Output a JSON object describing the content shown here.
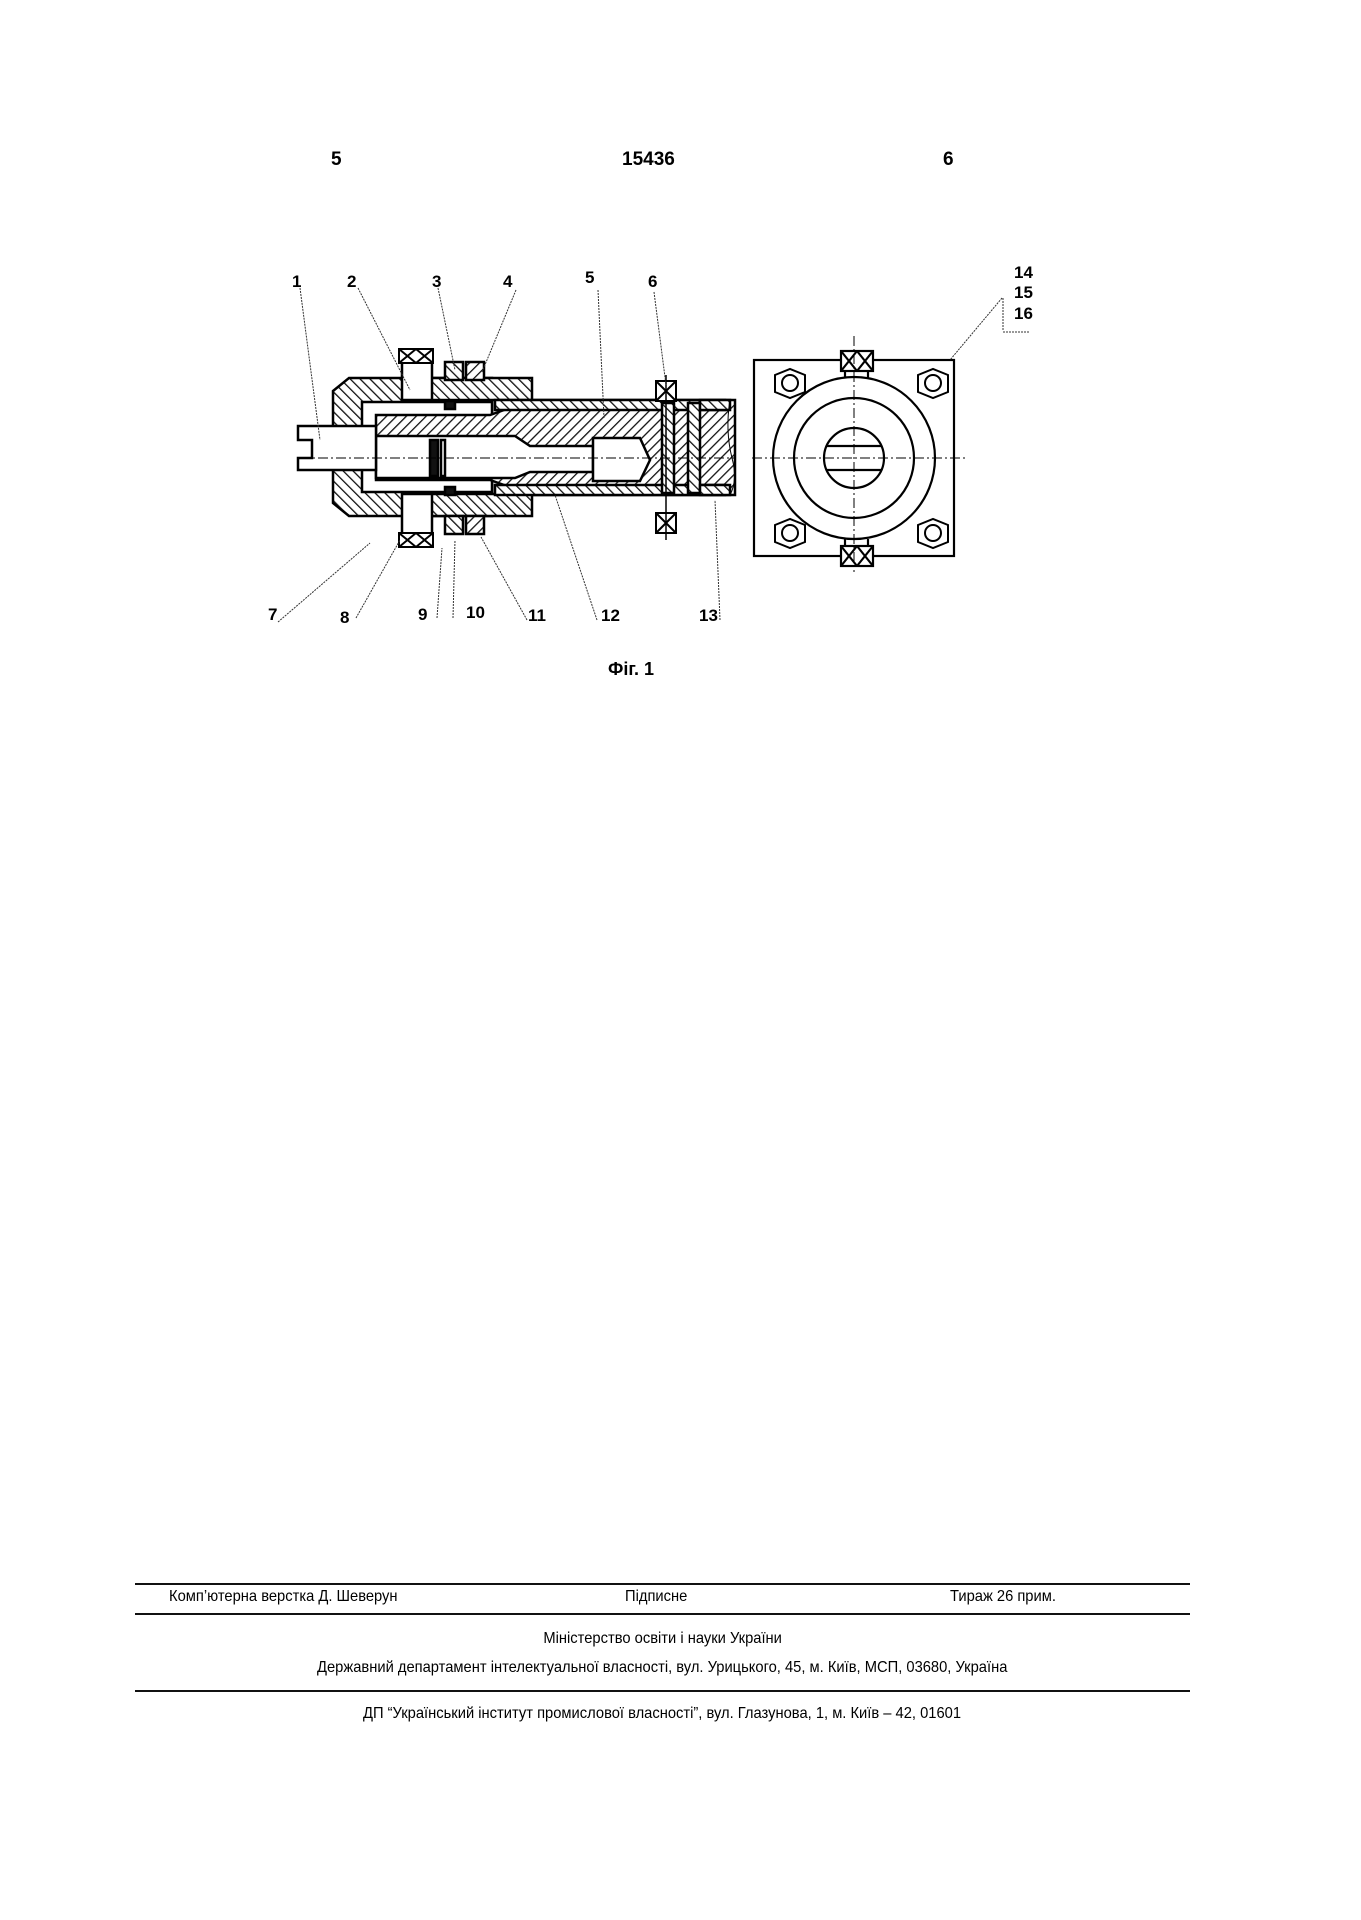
{
  "header": {
    "page_left": "5",
    "patent_number": "15436",
    "page_right": "6"
  },
  "figure": {
    "caption": "Фіг. 1",
    "labels_top": [
      "1",
      "2",
      "3",
      "4",
      "5",
      "6"
    ],
    "labels_bottom": [
      "7",
      "8",
      "9",
      "10",
      "11",
      "12",
      "13"
    ],
    "labels_right": [
      "14",
      "15",
      "16"
    ]
  },
  "footer": {
    "layout_credit": "Комп’ютерна верстка Д. Шеверун",
    "signed": "Підписне",
    "circulation": "Тираж 26 прим.",
    "ministry": "Міністерство освіти і науки України",
    "department": "Державний департамент інтелектуальної власності, вул. Урицького, 45, м. Київ, МСП, 03680, Україна",
    "institute": "ДП “Український інститут промислової власності”, вул. Глазунова, 1, м. Київ – 42, 01601"
  }
}
